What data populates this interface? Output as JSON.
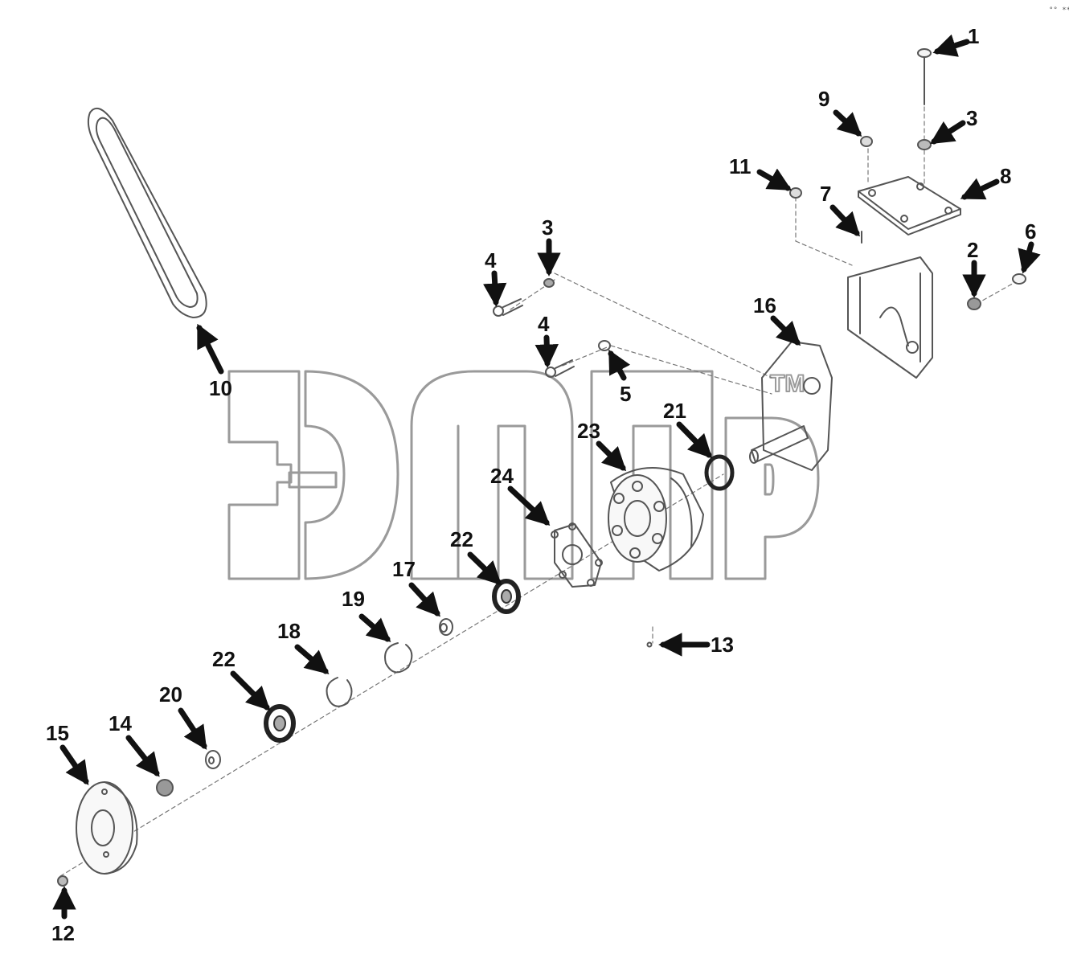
{
  "diagram": {
    "watermark_tm": "TM",
    "corner_mark": "°° ***",
    "parts": [
      {
        "id": "label-1",
        "text": "1"
      },
      {
        "id": "label-9",
        "text": "9"
      },
      {
        "id": "label-3-top",
        "text": "3"
      },
      {
        "id": "label-11",
        "text": "11"
      },
      {
        "id": "label-8",
        "text": "8"
      },
      {
        "id": "label-7",
        "text": "7"
      },
      {
        "id": "label-2",
        "text": "2"
      },
      {
        "id": "label-6",
        "text": "6"
      },
      {
        "id": "label-3-mid",
        "text": "3"
      },
      {
        "id": "label-4-upper",
        "text": "4"
      },
      {
        "id": "label-16",
        "text": "16"
      },
      {
        "id": "label-4-lower",
        "text": "4"
      },
      {
        "id": "label-5",
        "text": "5"
      },
      {
        "id": "label-10",
        "text": "10"
      },
      {
        "id": "label-21",
        "text": "21"
      },
      {
        "id": "label-23",
        "text": "23"
      },
      {
        "id": "label-24",
        "text": "24"
      },
      {
        "id": "label-22-upper",
        "text": "22"
      },
      {
        "id": "label-17",
        "text": "17"
      },
      {
        "id": "label-19",
        "text": "19"
      },
      {
        "id": "label-18",
        "text": "18"
      },
      {
        "id": "label-13",
        "text": "13"
      },
      {
        "id": "label-22-lower",
        "text": "22"
      },
      {
        "id": "label-20",
        "text": "20"
      },
      {
        "id": "label-14",
        "text": "14"
      },
      {
        "id": "label-15",
        "text": "15"
      },
      {
        "id": "label-12",
        "text": "12"
      }
    ]
  }
}
